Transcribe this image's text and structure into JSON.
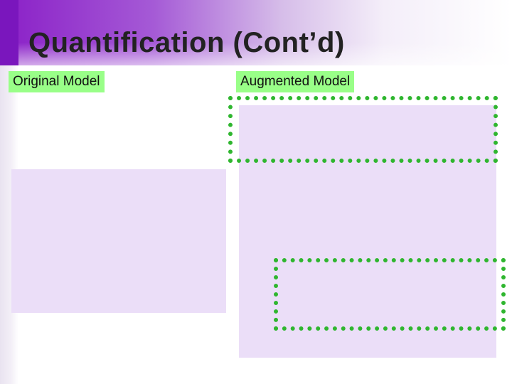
{
  "slide": {
    "title": "Quantification (Cont’d)",
    "left_label": "Original Model",
    "right_label": "Augmented Model"
  },
  "colors": {
    "accent_purple": "#8a1fc7",
    "label_green": "#99ff88",
    "panel_lavender": "#ebdef8",
    "highlight_green": "#2fb62f"
  }
}
